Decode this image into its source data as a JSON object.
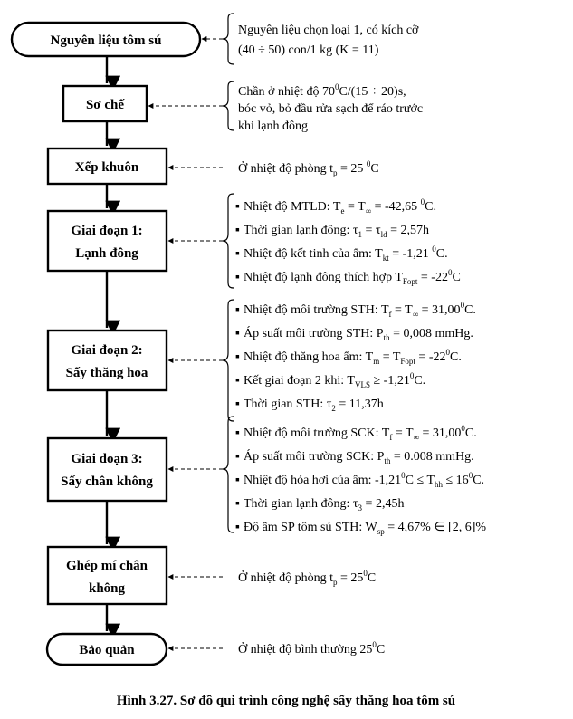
{
  "nodes": {
    "n1": {
      "text": "Nguyên liệu tôm sú"
    },
    "n2": {
      "text": "Sơ chế"
    },
    "n3": {
      "text": "Xếp khuôn"
    },
    "n4": {
      "line1": "Giai đoạn 1:",
      "line2": "Lạnh đông"
    },
    "n5": {
      "line1": "Giai đoạn 2:",
      "line2": "Sấy thăng hoa"
    },
    "n6": {
      "line1": "Giai đoạn 3:",
      "line2": "Sấy chân không"
    },
    "n7": {
      "line1": "Ghép mí chân",
      "line2": "không"
    },
    "n8": {
      "text": "Bảo quản"
    }
  },
  "notes": {
    "n1": {
      "l1": "Nguyên liệu chọn loại 1, có kích cỡ",
      "l2": {
        "a": "(40 ÷ 50) con/1 kg (K = 11)"
      }
    },
    "n2": {
      "l1": {
        "a": "Chần ở nhiệt độ 70",
        "sup": "0",
        "b": "C/(15 ÷ 20)s,"
      },
      "l2": "bóc vỏ, bỏ đầu rửa sạch để ráo trước",
      "l3": "khi lạnh đông"
    },
    "n3": {
      "a": "Ở nhiệt độ phòng t",
      "sub": "p",
      "b": " = 25 ",
      "sup": "0",
      "c": "C"
    },
    "n4": [
      {
        "a": "Nhiệt độ MTLĐ: T",
        "s1": "e",
        "b": " = T",
        "s2": "∞",
        "c": " = -42,65 ",
        "sup": "0",
        "d": "C."
      },
      {
        "a": "Thời gian lạnh đông: τ",
        "s1": "1",
        "b": " = τ",
        "s2": "ld",
        "c": " = 2,57h"
      },
      {
        "a": "Nhiệt độ kết tinh của ẩm: T",
        "s1": "kt",
        "b": " = -1,21 ",
        "sup": "0",
        "c": "C."
      },
      {
        "a": "Nhiệt độ lạnh đông thích hợp T",
        "s1": "Fopt",
        "b": " = -22",
        "sup": "0",
        "c": "C"
      }
    ],
    "n5": [
      {
        "a": "Nhiệt độ môi trường STH: T",
        "s1": "f",
        "b": " = T",
        "s2": "∞",
        "c": " = 31,00",
        "sup": "0",
        "d": "C."
      },
      {
        "a": "Áp suất môi trường STH: P",
        "s1": "th",
        "b": " = 0,008 mmHg."
      },
      {
        "a": "Nhiệt độ thăng hoa ẩm: T",
        "s1": "m",
        "b": " = T",
        "s2": "Fopt",
        "c": " =  -22",
        "sup": "0",
        "d": "C."
      },
      {
        "a": "Kết giai đoạn 2 khi: T",
        "s1": "VLS",
        "b": " ≥  -1,21",
        "sup": "0",
        "c": "C."
      },
      {
        "a": "Thời gian STH: τ",
        "s1": "2",
        "b": " = 11,37h"
      }
    ],
    "n6": [
      {
        "a": "Nhiệt độ môi trường SCK: T",
        "s1": "f",
        "b": " = T",
        "s2": "∞",
        "c": " = 31,00",
        "sup": "0",
        "d": "C."
      },
      {
        "a": "Áp suất môi trường SCK: P",
        "s1": "th",
        "b": " = 0.008 mmHg."
      },
      {
        "a": "Nhiệt độ hóa hơi của ẩm: -1,21",
        "sup": "0",
        "b": "C ≤ T",
        "s1": "hh",
        "c": " ≤  16",
        "sup2": "0",
        "d": "C."
      },
      {
        "a": "Thời gian lạnh đông: τ",
        "s1": "3",
        "b": " = 2,45h"
      },
      {
        "a": "Độ ẩm SP tôm sú STH: W",
        "s1": "sp",
        "b": " = 4,67% ∈ [2, 6]%"
      }
    ],
    "n7": {
      "a": "Ở nhiệt độ phòng t",
      "sub": "p",
      "b": " = 25",
      "sup": "0",
      "c": "C"
    },
    "n8": {
      "a": "Ở nhiệt độ bình thường 25",
      "sup": "0",
      "b": "C"
    }
  },
  "bullet": "▪",
  "caption": "Hình 3.27. Sơ đồ qui trình công nghệ sấy thăng hoa tôm sú"
}
